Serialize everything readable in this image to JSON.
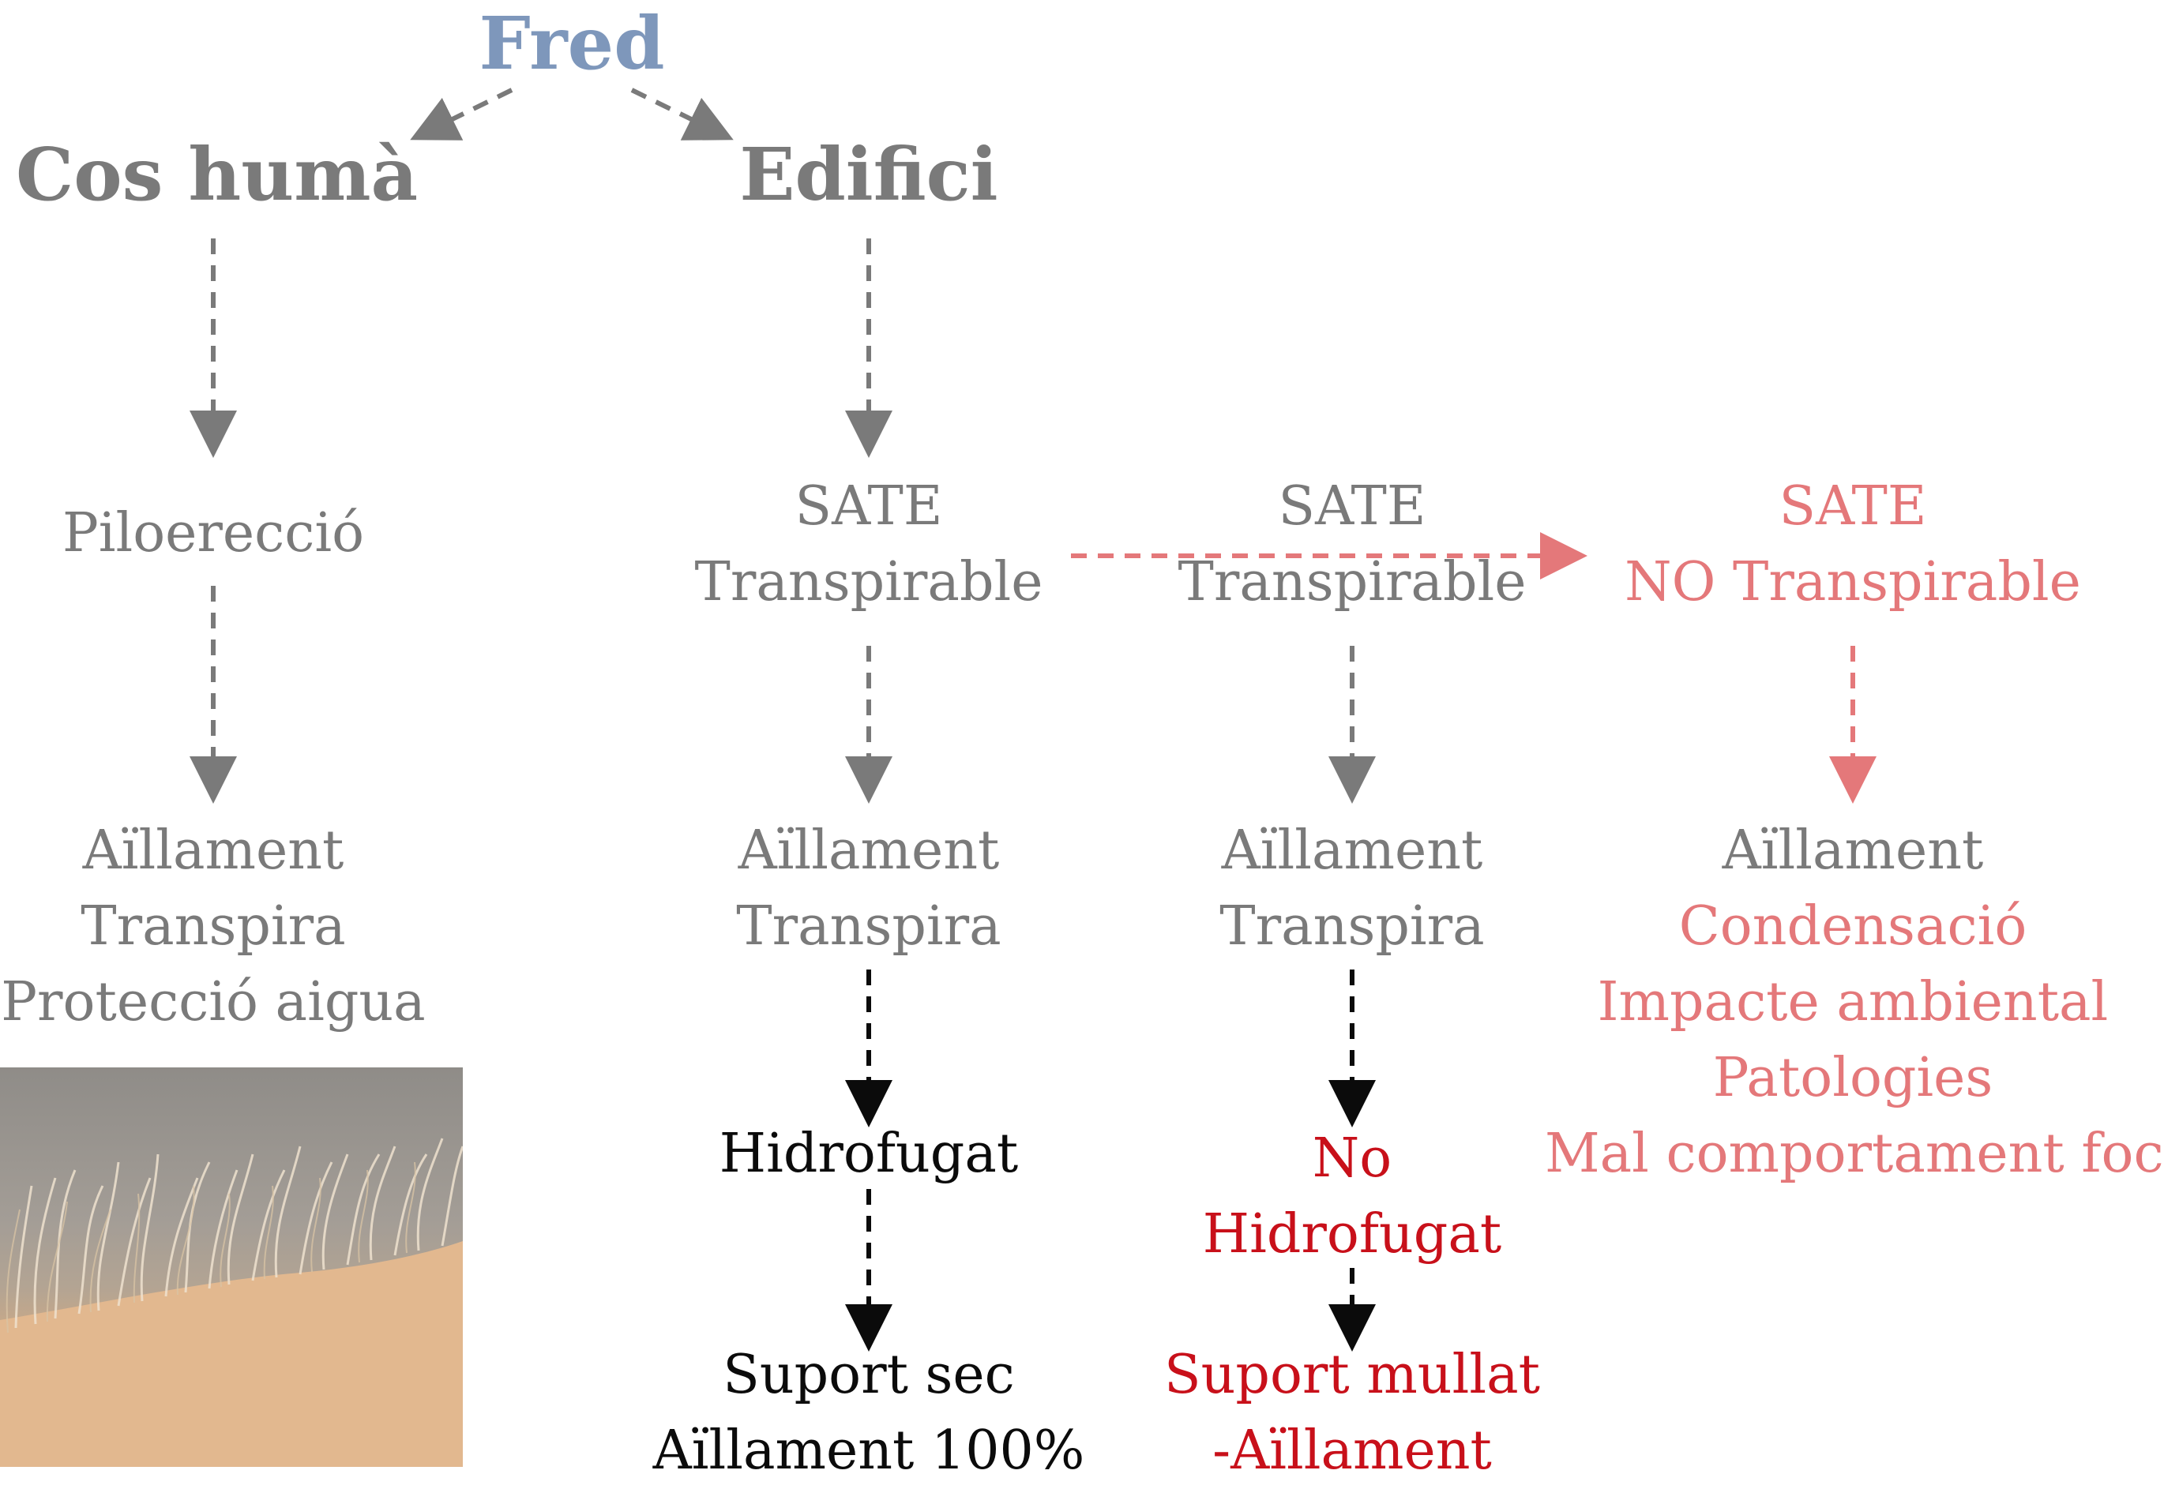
{
  "colors": {
    "gray": "#7a7a7a",
    "blue": "#7e97bb",
    "black": "#0b0b0b",
    "red": "#c8101a",
    "pink": "#e4787a"
  },
  "root": {
    "label": "Fred"
  },
  "branches": {
    "human": {
      "title": "Cos humà"
    },
    "building": {
      "title": "Edifici"
    }
  },
  "human_column": {
    "node1": "Piloerecció",
    "node2": [
      "Aïllament",
      "Transpira",
      "Protecció aigua"
    ]
  },
  "col_a": {
    "sate": [
      "SATE",
      "Transpirable"
    ],
    "result": [
      "Aïllament",
      "Transpira"
    ],
    "treatment": "Hidrofugat",
    "outcome": [
      "Suport sec",
      "Aïllament 100%"
    ]
  },
  "col_b": {
    "sate": [
      "SATE",
      "Transpirable"
    ],
    "result": [
      "Aïllament",
      "Transpira"
    ],
    "treatment": [
      "No",
      "Hidrofugat"
    ],
    "outcome": [
      "Suport mullat",
      "-Aïllament"
    ]
  },
  "col_c": {
    "sate": [
      "SATE",
      "NO Transpirable"
    ],
    "result_neutral": "Aïllament",
    "result_issues": [
      "Condensació",
      "Impacte ambiental",
      "Patologies",
      "Mal comportament foc"
    ]
  },
  "photo": {
    "subject": "goosebumps-skin-photo"
  }
}
